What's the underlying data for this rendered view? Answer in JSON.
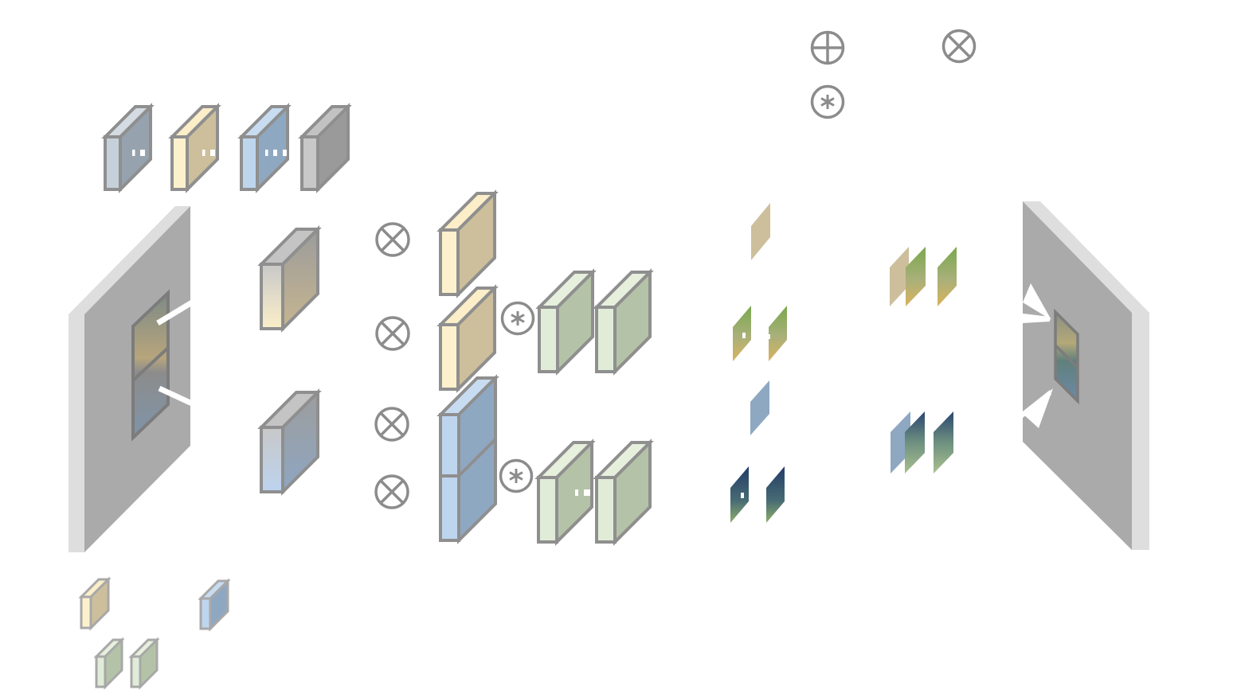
{
  "operator_legend": [
    {
      "symbol": "⊕",
      "name": "element-wise-addition"
    },
    {
      "symbol": "⊗",
      "name": "multiplication"
    },
    {
      "symbol": "⊛",
      "name": "convolution"
    }
  ],
  "colors": {
    "background": "#ffffff",
    "outline": "#8f8f8f",
    "slab_face": "#aaaaaa",
    "slab_edge": "#dedede",
    "gray_block": "#9a9a9a",
    "tan_face": "#cdbf9c",
    "tan_light": "#fdf1cd",
    "blue_face": "#8fa8c2",
    "blue_light": "#bed5ee",
    "slate_face": "#96a2ae",
    "slate_light": "#c6d0da",
    "green_face": "#b4c3a7",
    "green_light": "#e1ecd8",
    "green_bright": "#7aa84e",
    "navy": "#233b66",
    "teal": "#6f8f86"
  },
  "icons": [
    "add-operator-icon",
    "multiply-operator-icon",
    "convolution-operator-icon",
    "ellipsis-icon",
    "arrow-icon"
  ]
}
